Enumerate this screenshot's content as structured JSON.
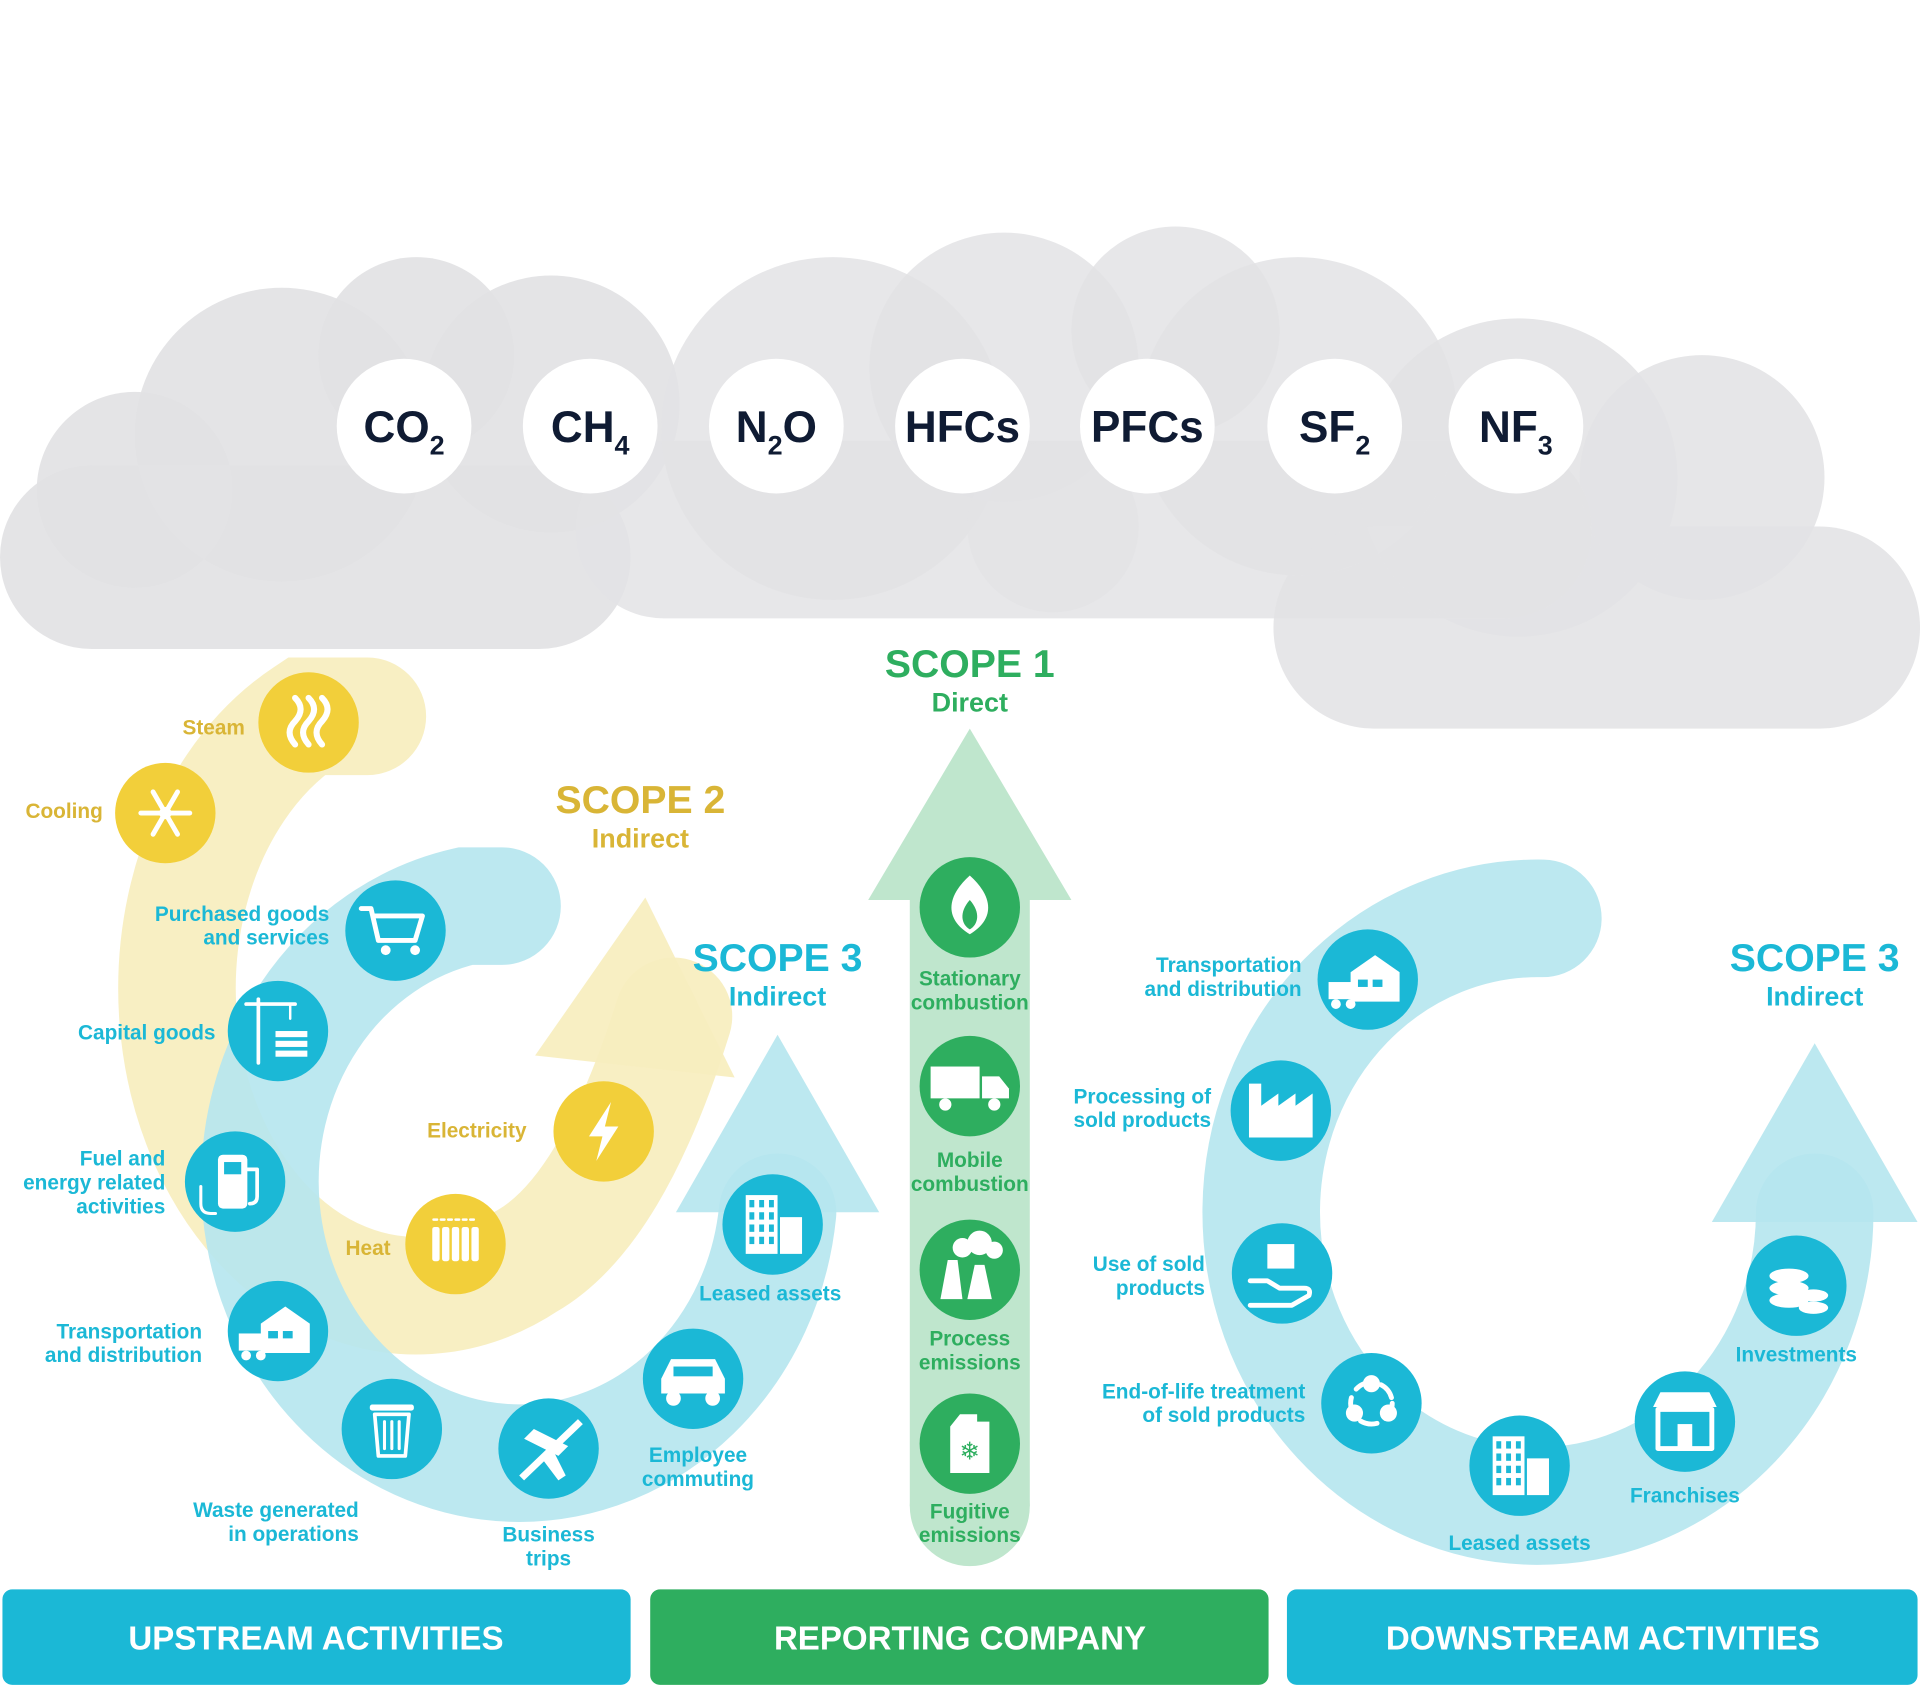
{
  "gases": [
    {
      "base": "CO",
      "sub": "2"
    },
    {
      "base": "CH",
      "sub": "4"
    },
    {
      "base": "N",
      "sub": "2",
      "tail": "O"
    },
    {
      "base": "HFCs",
      "sub": ""
    },
    {
      "base": "PFCs",
      "sub": ""
    },
    {
      "base": "SF",
      "sub": "2"
    },
    {
      "base": "NF",
      "sub": "3"
    }
  ],
  "scope1": {
    "title": "SCOPE 1",
    "subtitle": "Direct"
  },
  "scope2": {
    "title": "SCOPE 2",
    "subtitle": "Indirect"
  },
  "scope3_upstream": {
    "title": "SCOPE 3",
    "subtitle": "Indirect"
  },
  "scope3_downstream": {
    "title": "SCOPE 3",
    "subtitle": "Indirect"
  },
  "scope2_items": [
    {
      "label": "Steam",
      "icon": "steam-icon"
    },
    {
      "label": "Cooling",
      "icon": "snowflake-icon"
    },
    {
      "label": "Electricity",
      "icon": "lightning-icon"
    },
    {
      "label": "Heat",
      "icon": "radiator-icon"
    }
  ],
  "scope1_items": [
    {
      "label": [
        "Stationary",
        "combustion"
      ],
      "icon": "flame-icon"
    },
    {
      "label": [
        "Mobile",
        "combustion"
      ],
      "icon": "truck-icon"
    },
    {
      "label": [
        "Process",
        "emissions"
      ],
      "icon": "factory-smoke-icon"
    },
    {
      "label": [
        "Fugitive",
        "emissions"
      ],
      "icon": "canister-icon"
    }
  ],
  "upstream_items": [
    {
      "label": [
        "Purchased goods",
        "and services"
      ],
      "icon": "cart-icon"
    },
    {
      "label": [
        "Capital goods"
      ],
      "icon": "crane-icon"
    },
    {
      "label": [
        "Fuel and",
        "energy related",
        "activities"
      ],
      "icon": "fuel-pump-icon"
    },
    {
      "label": [
        "Transportation",
        "and distribution"
      ],
      "icon": "warehouse-truck-icon"
    },
    {
      "label": [
        "Waste generated",
        "in operations"
      ],
      "icon": "trash-icon"
    },
    {
      "label": [
        "Business",
        "trips"
      ],
      "icon": "airplane-icon"
    },
    {
      "label": [
        "Employee",
        "commuting"
      ],
      "icon": "car-icon"
    },
    {
      "label": [
        "Leased assets"
      ],
      "icon": "building-icon"
    }
  ],
  "downstream_items": [
    {
      "label": [
        "Transportation",
        "and distribution"
      ],
      "icon": "warehouse-truck-icon"
    },
    {
      "label": [
        "Processing of",
        "sold products"
      ],
      "icon": "factory-icon"
    },
    {
      "label": [
        "Use of sold",
        "products"
      ],
      "icon": "hand-box-icon"
    },
    {
      "label": [
        "End-of-life treatment",
        "of sold products"
      ],
      "icon": "recycle-icon"
    },
    {
      "label": [
        "Leased assets"
      ],
      "icon": "buildings-icon"
    },
    {
      "label": [
        "Franchises"
      ],
      "icon": "storefront-icon"
    },
    {
      "label": [
        "Investments"
      ],
      "icon": "coins-icon"
    }
  ],
  "bars": {
    "upstream": "UPSTREAM ACTIVITIES",
    "reporting": "REPORTING COMPANY",
    "downstream": "DOWNSTREAM ACTIVITIES"
  },
  "colors": {
    "cloud": "#e3e3e5",
    "scope1_dark": "#2eae5f",
    "scope1_light": "#bfe6cd",
    "scope2_dark": "#f2cf3a",
    "scope2_light": "#f8eec0",
    "scope2_text": "#d9b536",
    "scope3_dark": "#1bb8d6",
    "scope3_light": "#b6e6ef",
    "gas_text": "#0f1b33"
  }
}
